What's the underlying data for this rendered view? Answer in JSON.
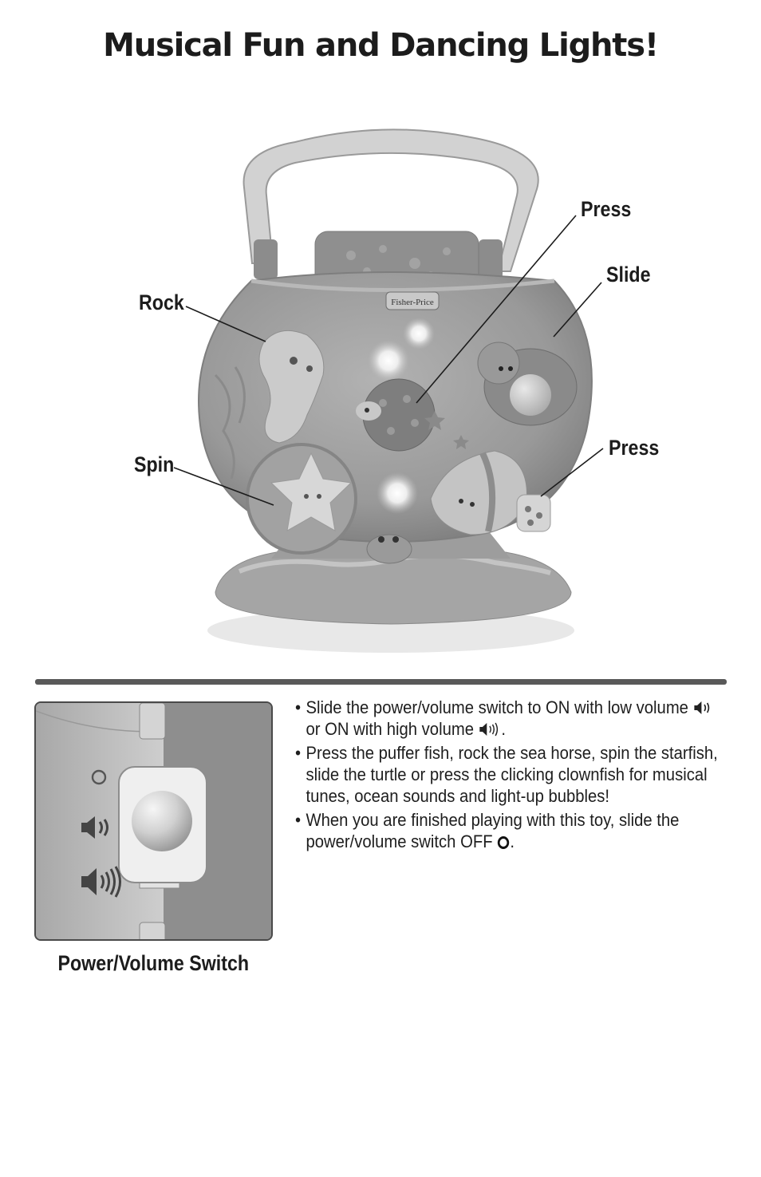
{
  "page": {
    "title": "Musical Fun and Dancing Lights!"
  },
  "callouts": {
    "press_top": "Press",
    "slide": "Slide",
    "rock": "Rock",
    "spin": "Spin",
    "press_bottom": "Press"
  },
  "toy": {
    "brand_logo": "Fisher-Price"
  },
  "switch_panel": {
    "caption": "Power/Volume Switch",
    "icons": [
      "off-circle-icon",
      "low-volume-icon",
      "high-volume-icon"
    ]
  },
  "instructions": {
    "bullet": "•",
    "item1": {
      "part1": "Slide the power/volume switch to ON with low volume",
      "part2": "or ON with high volume",
      "part3": "."
    },
    "item2": "Press the puffer fish, rock the sea horse, spin the starfish, slide the turtle or press the clicking clownfish for musical tunes, ocean sounds and light-up bubbles!",
    "item3": {
      "part1": "When you are finished playing with this toy, slide the power/volume switch OFF",
      "part2": "."
    }
  }
}
